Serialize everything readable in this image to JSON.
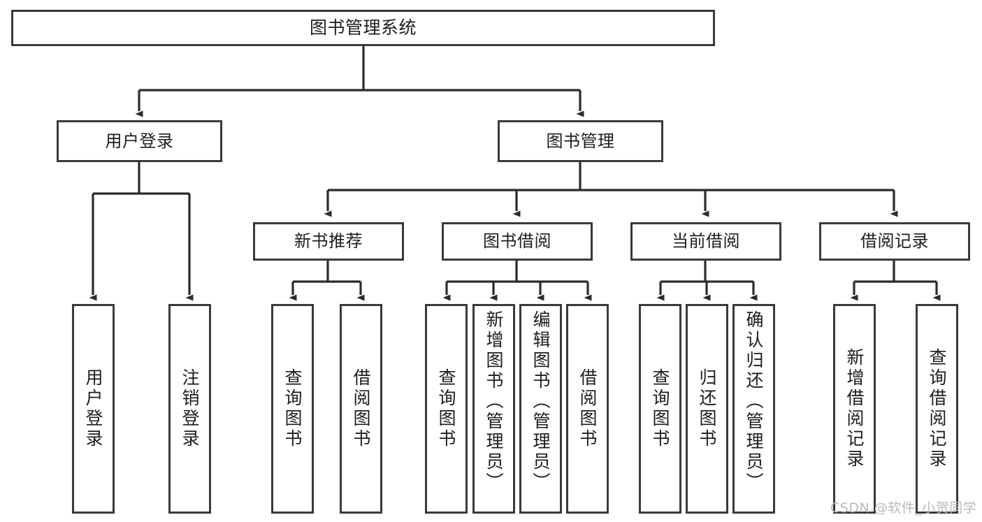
{
  "diagram": {
    "title": "图书管理系统",
    "type": "hierarchy-tree",
    "colors": {
      "background": "#ffffff",
      "box_border": "#3a3a3a",
      "box_fill": "#ffffff",
      "edge": "#2b2b2b",
      "text": "#1d1d1d",
      "watermark": "#b9b9b9"
    },
    "nodes": {
      "root": {
        "label": "图书管理系统"
      },
      "level1": [
        {
          "label": "用户登录"
        },
        {
          "label": "图书管理"
        }
      ],
      "level2": [
        {
          "label": "新书推荐"
        },
        {
          "label": "图书借阅"
        },
        {
          "label": "当前借阅"
        },
        {
          "label": "借阅记录"
        }
      ],
      "leaves_user_login": [
        {
          "label": "用户登录"
        },
        {
          "label": "注销登录"
        }
      ],
      "leaves_new_book": [
        {
          "label": "查询图书"
        },
        {
          "label": "借阅图书"
        }
      ],
      "leaves_borrow": [
        {
          "label": "查询图书"
        },
        {
          "label": "新增图书（管理员）"
        },
        {
          "label": "编辑图书（管理员）"
        },
        {
          "label": "借阅图书"
        }
      ],
      "leaves_current": [
        {
          "label": "查询图书"
        },
        {
          "label": "归还图书"
        },
        {
          "label": "确认归还（管理员）"
        }
      ],
      "leaves_records": [
        {
          "label": "新增借阅记录"
        },
        {
          "label": "查询借阅记录"
        }
      ]
    },
    "watermark": "CSDN @软件_小贺同学"
  }
}
